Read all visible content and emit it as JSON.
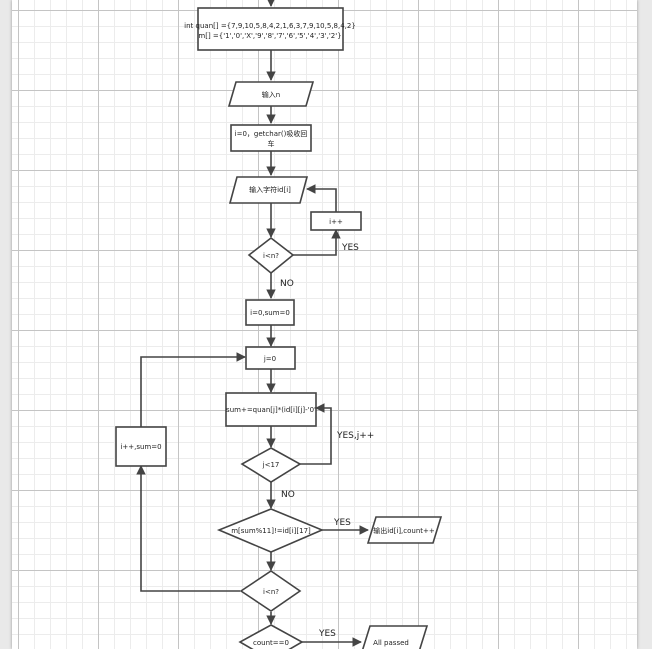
{
  "colors": {
    "stroke": "#444444",
    "fill": "#ffffff",
    "grid": "#c4c4c4",
    "background": "#e9e9e9"
  },
  "nodes": {
    "init": {
      "line1": "int quan[] ={7,9,10,5,8,4,2,1,6,3,7,9,10,5,8,4,2}",
      "line2": "m[] ={'1','0','X','9','8','7','6','5','4','3','2'}"
    },
    "input_n": {
      "text": "输入n"
    },
    "init_i": {
      "line1": "i=0，getchar()吸收回",
      "line2": "车"
    },
    "input_id": {
      "text": "输入字符id[i]"
    },
    "inc_i": {
      "text": "i++"
    },
    "cond_i_lt_n": {
      "text": "i<n?"
    },
    "init_sum": {
      "text": "i=0,sum=0"
    },
    "init_j": {
      "text": "j=0"
    },
    "accum": {
      "text": "sum+=quan[j]*(id[i][j]-'0'"
    },
    "next_row": {
      "text": "i++,sum=0"
    },
    "cond_j": {
      "text": "j<17"
    },
    "check": {
      "text": "m[sum%11]!=id[i][17]"
    },
    "output_id": {
      "text": "输出id[i],count++"
    },
    "cond_i_lt_n_2": {
      "text": "i<n?"
    },
    "cond_count": {
      "text": "count==0"
    },
    "all_passed": {
      "text": "All passed"
    }
  },
  "edges": {
    "yes_loop_input": "YES",
    "no_after_input": "NO",
    "yes_j_inc": "YES,j++",
    "no_after_j": "NO",
    "yes_check": "YES",
    "yes_count": "YES"
  }
}
